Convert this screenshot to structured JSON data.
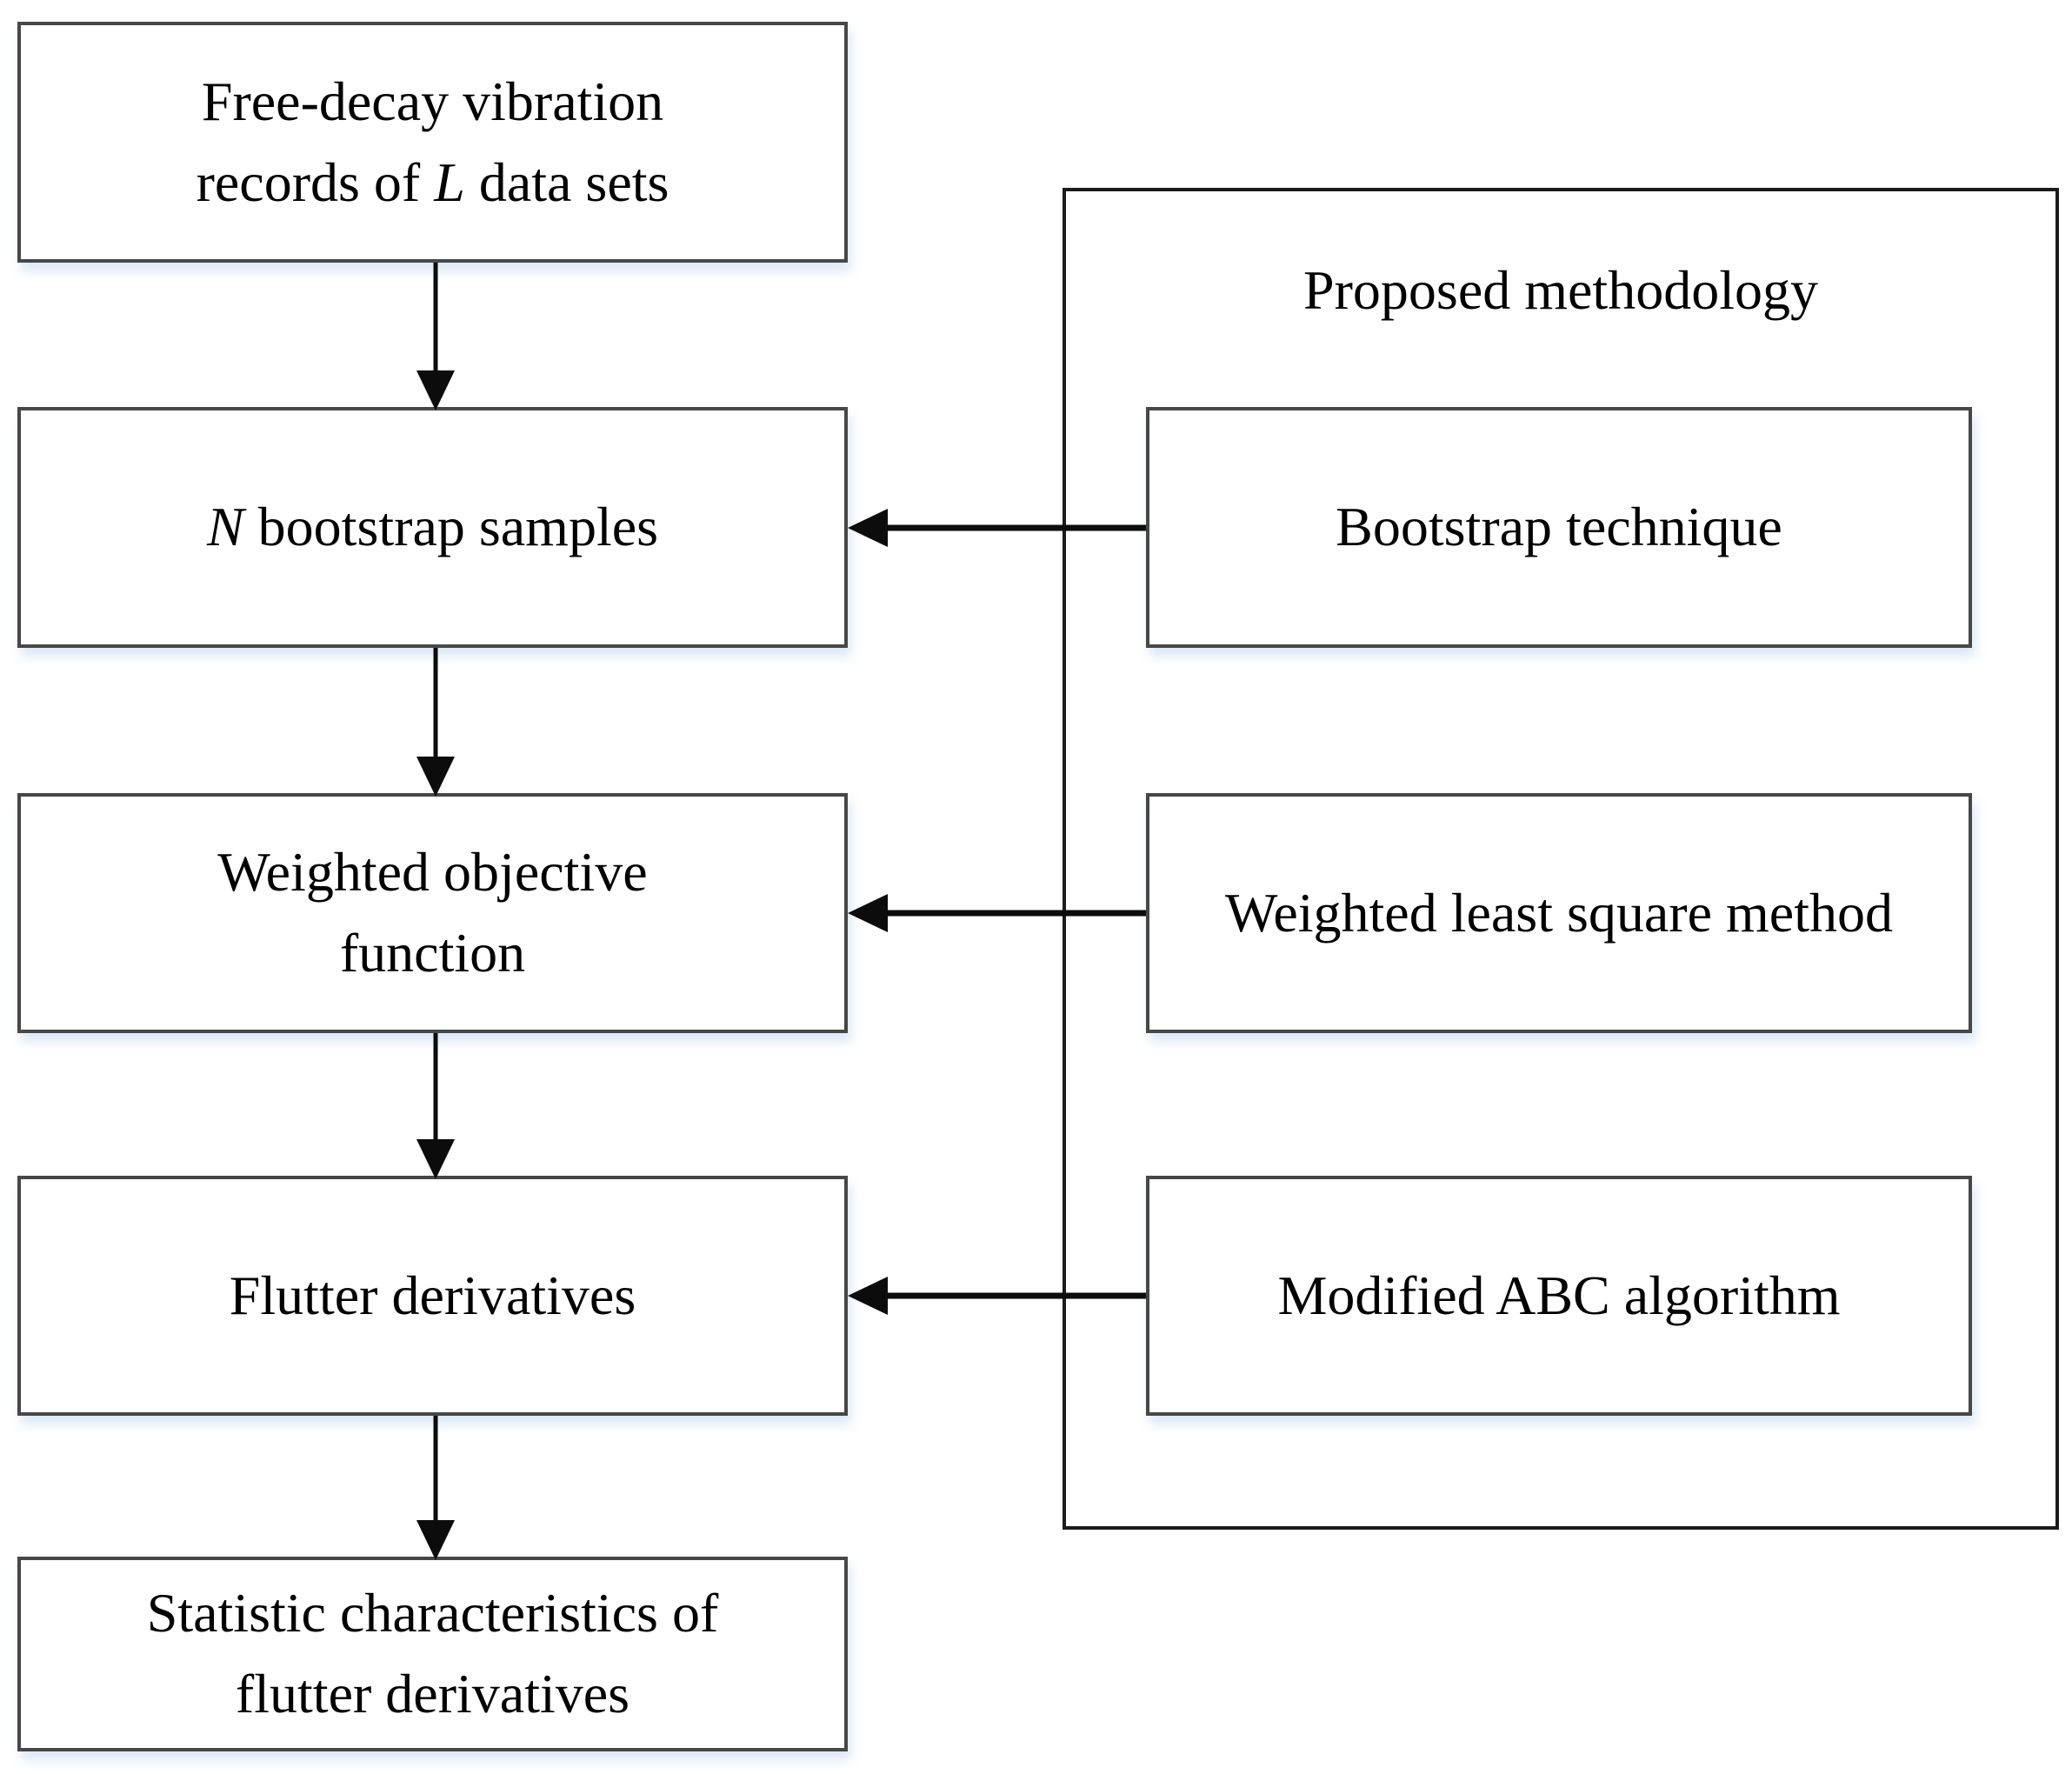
{
  "figure": {
    "type": "flowchart",
    "background": "#ffffff",
    "box_border_color": "#474747",
    "panel_border_color": "#1b1b1b",
    "arrow_color": "#0c0c0c",
    "text_color": "#000000"
  },
  "boxes": {
    "free_decay": {
      "line1": "Free-decay vibration",
      "line2_pre": "records of ",
      "line2_var": "L",
      "line2_post": " data sets"
    },
    "bootstrap_samples": {
      "var": "N",
      "rest": " bootstrap samples"
    },
    "weighted_objective": {
      "line1": "Weighted objective",
      "line2": "function"
    },
    "flutter_derivatives": {
      "label": "Flutter derivatives"
    },
    "statistic_characteristics": {
      "line1": "Statistic characteristics of",
      "line2": "flutter derivatives"
    }
  },
  "panel": {
    "title": "Proposed methodology",
    "methods": {
      "bootstrap_technique": "Bootstrap technique",
      "weighted_least_square": "Weighted least square method",
      "modified_abc": "Modified ABC algorithm"
    }
  }
}
